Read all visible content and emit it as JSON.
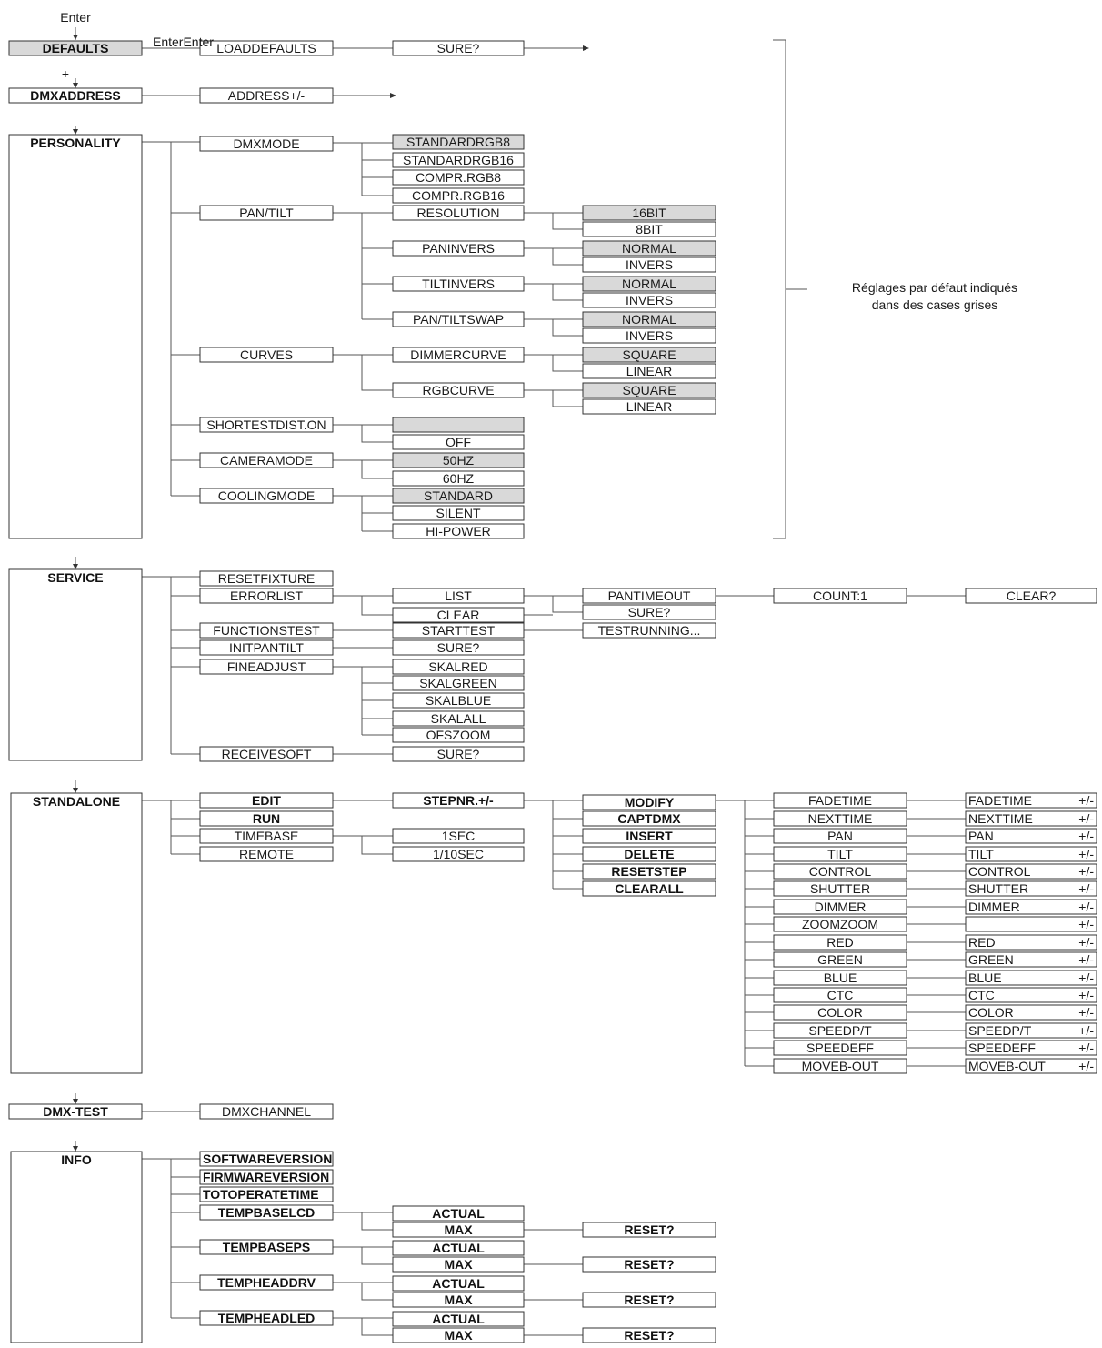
{
  "annotations": {
    "enter_top": "Enter",
    "enter_enter": "EnterEnter",
    "plus": "+",
    "legend_line1": "Réglages par défaut indiqués",
    "legend_line2": "dans des cases grises"
  },
  "colors": {
    "default_fill": "#d9d9d9",
    "white_fill": "#ffffff",
    "stroke": "#333333"
  },
  "nodes": {
    "defaults": "DEFAULTS",
    "loaddefaults": "LOADDEFAULTS",
    "sure_defaults": "SURE?",
    "dmxaddress": "DMXADDRESS",
    "address": "ADDRESS+/-",
    "personality": "PERSONALITY",
    "dmxmode": "DMXMODE",
    "standardrgb8": "STANDARDRGB8",
    "standardrgb16": "STANDARDRGB16",
    "comprrgb8": "COMPR.RGB8",
    "comprrgb16": "COMPR.RGB16",
    "pantilt": "PAN/TILT",
    "resolution": "RESOLUTION",
    "bit16": "16BIT",
    "bit8": "8BIT",
    "paninvers": "PANINVERS",
    "pi_normal": "NORMAL",
    "pi_invers": "INVERS",
    "tiltinvers": "TILTINVERS",
    "ti_normal": "NORMAL",
    "ti_invers": "INVERS",
    "pantiltswap": "PAN/TILTSWAP",
    "ps_normal": "NORMAL",
    "ps_invers": "INVERS",
    "curves": "CURVES",
    "dimmercurve": "DIMMERCURVE",
    "dc_square": "SQUARE",
    "dc_linear": "LINEAR",
    "rgbcurve": "RGBCURVE",
    "rc_square": "SQUARE",
    "rc_linear": "LINEAR",
    "shortestdist": "SHORTESTDIST.ON",
    "sd_on": "",
    "sd_off": "OFF",
    "cameramode": "CAMERAMODE",
    "hz50": "50HZ",
    "hz60": "60HZ",
    "coolingmode": "COOLINGMODE",
    "cm_standard": "STANDARD",
    "cm_silent": "SILENT",
    "cm_hipower": "HI-POWER",
    "service": "SERVICE",
    "resetfixture": "RESETFIXTURE",
    "errorlist": "ERRORLIST",
    "list": "LIST",
    "clear": "CLEAR",
    "pantimeout": "PANTIMEOUT",
    "sure_clear": "SURE?",
    "count1": "COUNT:1",
    "clearq": "CLEAR?",
    "functiontest": "FUNCTIONSTEST",
    "starttest": "STARTTEST",
    "testrunning": "TESTRUNNING...",
    "initpantilt": "INITPANTILT",
    "sure_init": "SURE?",
    "fineadjust": "FINEADJUST",
    "skalred": "SKALRED",
    "skalgreen": "SKALGREEN",
    "skalblue": "SKALBLUE",
    "skalall": "SKALALL",
    "ofszoom": "OFSZOOM",
    "receivesoft": "RECEIVESOFT",
    "sure_receive": "SURE?",
    "standalone": "STANDALONE",
    "edit": "EDIT",
    "stepnr": "STEPNR.+/-",
    "run": "RUN",
    "timebase": "TIMEBASE",
    "sec1": "1SEC",
    "remote": "REMOTE",
    "sec110": "1/10SEC",
    "modify": "MODIFY",
    "captdmx": "CAPTDMX",
    "insert": "INSERT",
    "delete": "DELETE",
    "resetstep": "RESETSTEP",
    "clearall": "CLEARALL",
    "dmxtest": "DMX-TEST",
    "dmxchannel": "DMXCHANNEL",
    "info": "INFO",
    "softwareversion": "SOFTWAREVERSION",
    "firmwareversion": "FIRMWAREVERSION",
    "totoperatetime": "TOTOPERATETIME",
    "tempbaselcd": "TEMPBASELCD",
    "t1_actual": "ACTUAL",
    "t1_max": "MAX",
    "t1_reset": "RESET?",
    "tempbaseps": "TEMPBASEPS",
    "t2_actual": "ACTUAL",
    "t2_max": "MAX",
    "t2_reset": "RESET?",
    "tempheaddrv": "TEMPHEADDRV",
    "t3_actual": "ACTUAL",
    "t3_max": "MAX",
    "t3_reset": "RESET?",
    "tempheadled": "TEMPHEADLED",
    "t4_actual": "ACTUAL",
    "t4_max": "MAX",
    "t4_reset": "RESET?"
  },
  "param_rows": [
    {
      "param": "FADETIME",
      "value": "FADETIME",
      "adj": "+/-"
    },
    {
      "param": "NEXTTIME",
      "value": "NEXTTIME",
      "adj": "+/-"
    },
    {
      "param": "PAN",
      "value": "PAN",
      "adj": "+/-"
    },
    {
      "param": "TILT",
      "value": "TILT",
      "adj": "+/-"
    },
    {
      "param": "CONTROL",
      "value": "CONTROL",
      "adj": "+/-"
    },
    {
      "param": "SHUTTER",
      "value": "SHUTTER",
      "adj": "+/-"
    },
    {
      "param": "DIMMER",
      "value": "DIMMER",
      "adj": "+/-"
    },
    {
      "param": "ZOOMZOOM",
      "value": "",
      "adj": "+/-"
    },
    {
      "param": "RED",
      "value": "RED",
      "adj": "+/-"
    },
    {
      "param": "GREEN",
      "value": "GREEN",
      "adj": "+/-"
    },
    {
      "param": "BLUE",
      "value": "BLUE",
      "adj": "+/-"
    },
    {
      "param": "CTC",
      "value": "CTC",
      "adj": "+/-"
    },
    {
      "param": "COLOR",
      "value": "COLOR",
      "adj": "+/-"
    },
    {
      "param": "SPEEDP/T",
      "value": "SPEEDP/T",
      "adj": "+/-"
    },
    {
      "param": "SPEEDEFF",
      "value": "SPEEDEFF",
      "adj": "+/-"
    },
    {
      "param": "MOVEB-OUT",
      "value": "MOVEB-OUT",
      "adj": "+/-"
    }
  ]
}
